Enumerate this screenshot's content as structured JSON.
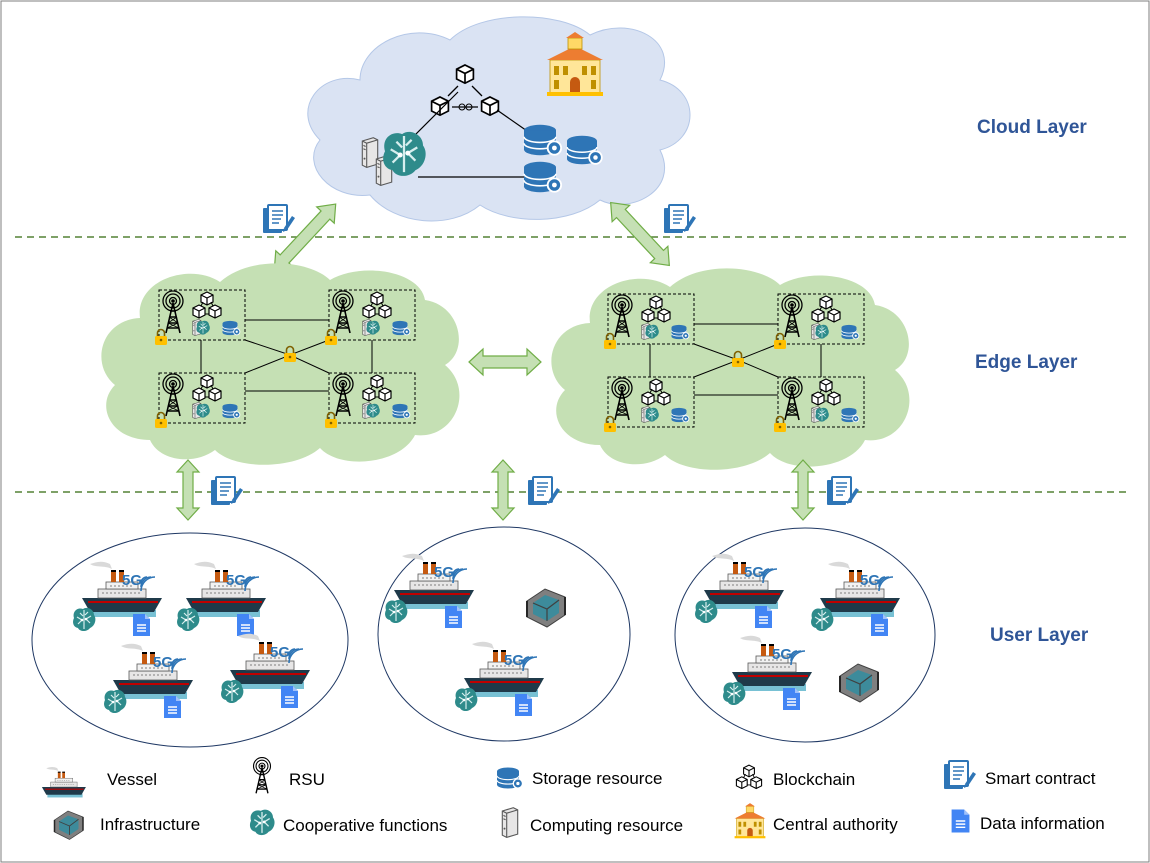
{
  "layers": {
    "cloud": "Cloud Layer",
    "edge": "Edge Layer",
    "user": "User Layer"
  },
  "badge_5g": "5G",
  "legend": {
    "vessel": "Vessel",
    "infrastructure": "Infrastructure",
    "rsu": "RSU",
    "cooperative": "Cooperative functions",
    "storage": "Storage resource",
    "computing": "Computing resource",
    "blockchain": "Blockchain",
    "central_authority": "Central authority",
    "smart_contract": "Smart contract",
    "data_information": "Data information"
  },
  "colors": {
    "cloud_fill": "#dae3f3",
    "edge_fill": "#c5e0b4",
    "arrow_fill": "#c5e0b4",
    "arrow_stroke": "#70ad47",
    "divider": "#548235",
    "label": "#2f5597",
    "storage_blue": "#2e75b6",
    "brain_teal": "#2e8b8b",
    "document_blue": "#4472c4"
  }
}
